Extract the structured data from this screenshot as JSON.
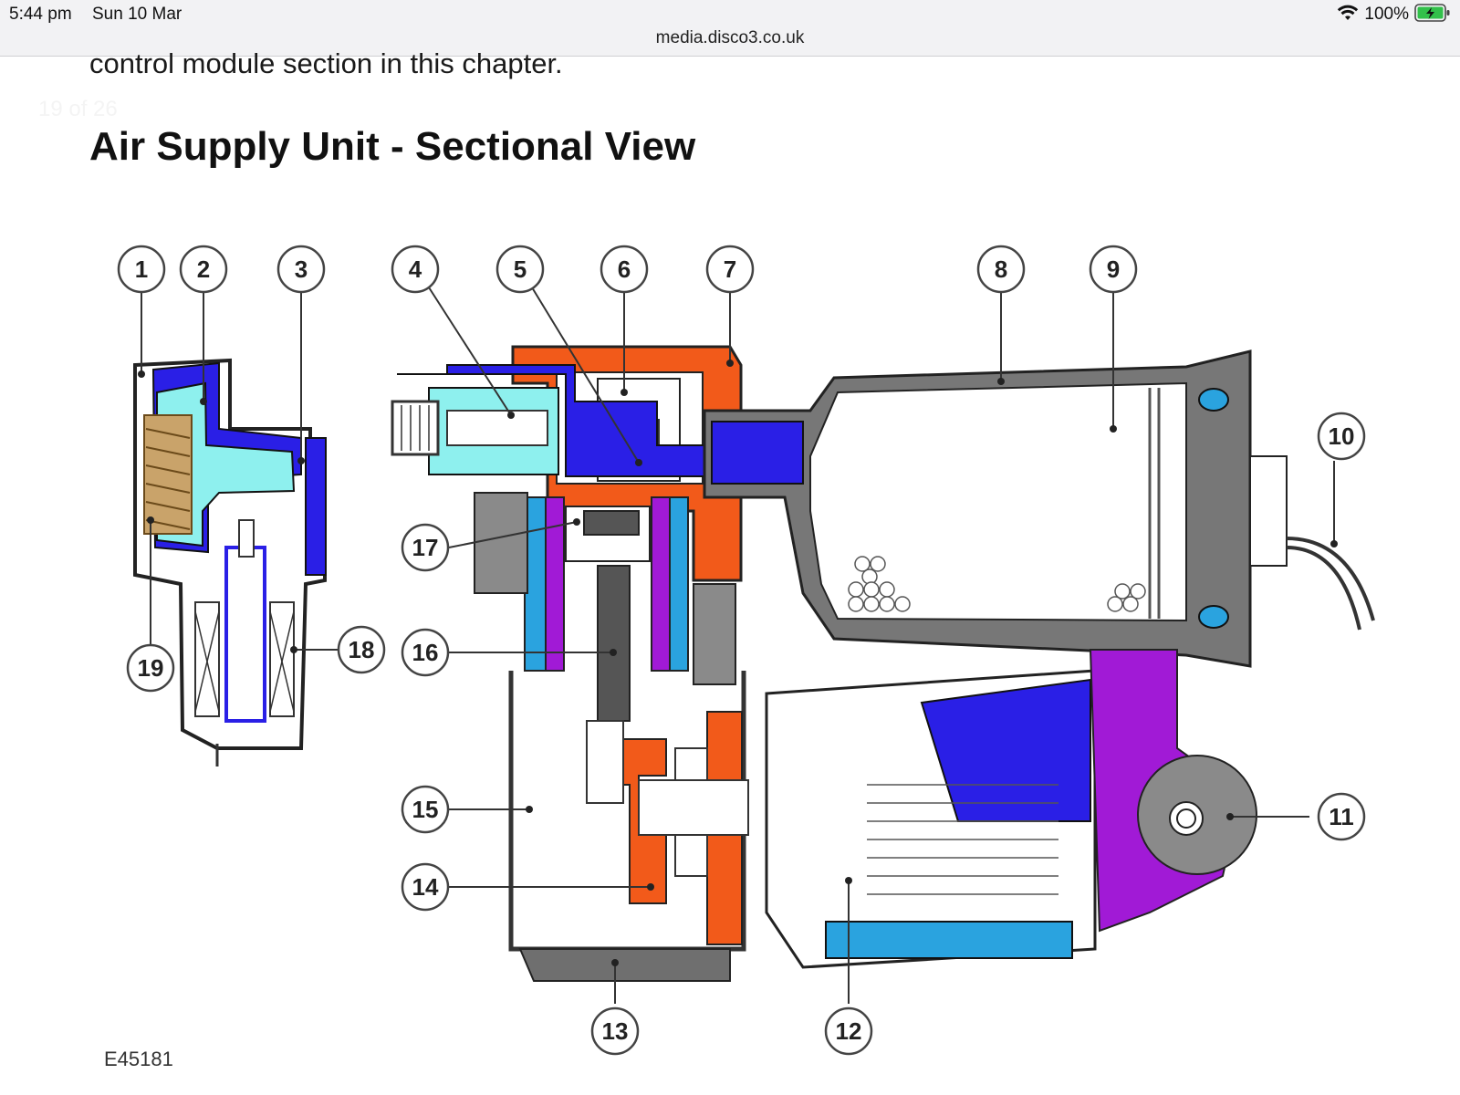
{
  "status_bar": {
    "time": "5:44 pm",
    "date": "Sun 10 Mar",
    "battery_percent": "100%",
    "battery_level": 1.0,
    "battery_charging": true,
    "icons": [
      "wifi-icon",
      "battery-icon"
    ]
  },
  "browser": {
    "url": "media.disco3.co.uk"
  },
  "page": {
    "body_text_fragment": "control module section in this chapter.",
    "page_counter": "19 of 26",
    "section_title": "Air Supply Unit - Sectional View"
  },
  "diagram": {
    "figure_id": "E45181",
    "callouts": [
      "1",
      "2",
      "3",
      "4",
      "5",
      "6",
      "7",
      "8",
      "9",
      "10",
      "11",
      "12",
      "13",
      "14",
      "15",
      "16",
      "17",
      "18",
      "19"
    ],
    "colors": {
      "blue": "#2a1fe6",
      "light_cyan": "#8ef0ee",
      "orange": "#f25a1a",
      "magenta": "#a11ad6",
      "sky_blue": "#2aa3df",
      "grey": "#8a8a8a",
      "dark_grey": "#555555",
      "tan": "#c9a36a"
    }
  }
}
